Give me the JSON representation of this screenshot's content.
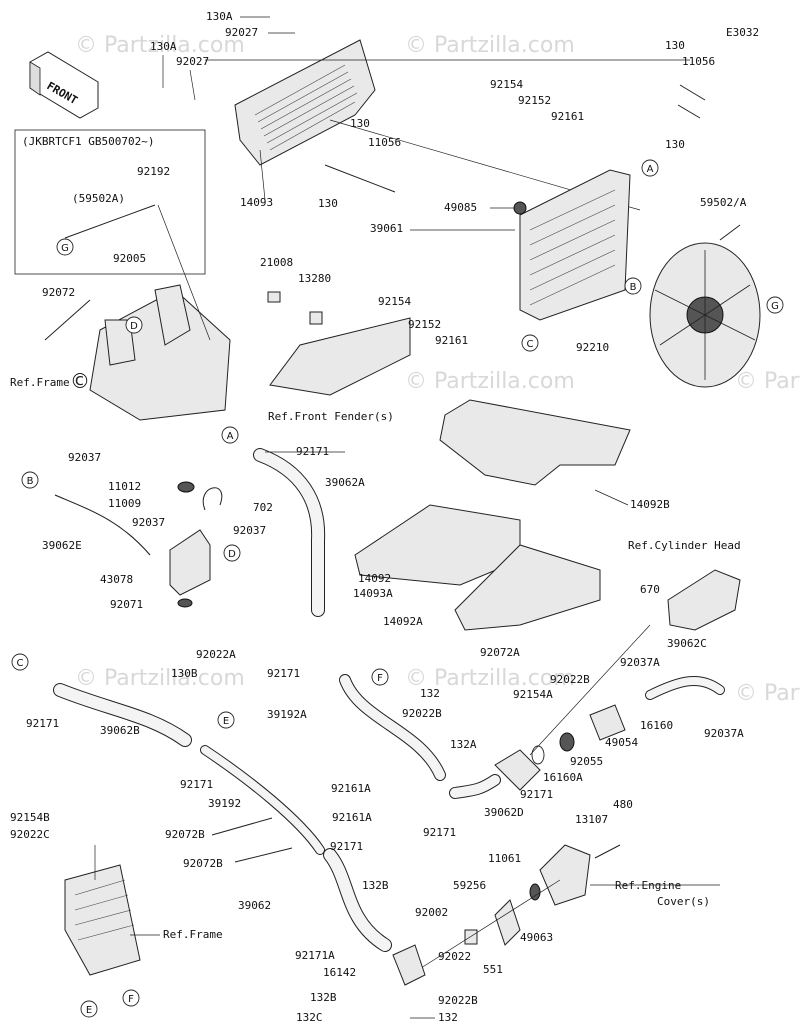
{
  "diagram_code": "E3032",
  "direction_label": "FRONT",
  "watermark_text": "© Partzilla.com",
  "inset_note": "(JKBRTCF1 GB500702~)",
  "part_numbers": {
    "p130A_top": "130A",
    "p92027_top": "92027",
    "p130A_left": "130A",
    "p92027_left": "92027",
    "p14093": "14093",
    "p130_mid": "130",
    "p11056_mid": "11056",
    "p130_mid2": "130",
    "p130_right": "130",
    "p11056_right": "11056",
    "p130_right2": "130",
    "p92154_top": "92154",
    "p92152_top": "92152",
    "p92161_top": "92161",
    "p49085": "49085",
    "p39061": "39061",
    "p59502A": "59502/A",
    "p92154_mid": "92154",
    "p92152_mid": "92152",
    "p92161_mid": "92161",
    "p92210": "92210",
    "p59502A_paren": "(59502A)",
    "p92192": "92192",
    "p92005": "92005",
    "p92072": "92072",
    "p21008": "21008",
    "p13280": "13280",
    "p92171_A": "92171",
    "p39062A": "39062A",
    "p14092B": "14092B",
    "p92037_B": "92037",
    "p11012": "11012",
    "p11009": "11009",
    "p702": "702",
    "p92037_a": "92037",
    "p92037_b": "92037",
    "p39062E": "39062E",
    "p43078": "43078",
    "p92071": "92071",
    "p92022A": "92022A",
    "p130B": "130B",
    "p14092": "14092",
    "p14093A": "14093A",
    "p14092A": "14092A",
    "p92072A": "92072A",
    "p670": "670",
    "p39062C": "39062C",
    "p92171_C": "92171",
    "p39062B": "39062B",
    "p92171_b": "92171",
    "p92171_mid": "92171",
    "p39192A": "39192A",
    "p132": "132",
    "p92022B_a": "92022B",
    "p92022B_b": "92022B",
    "p92154A": "92154A",
    "p92037A_a": "92037A",
    "p92037A_b": "92037A",
    "p16160": "16160",
    "p49054": "49054",
    "p132A": "132A",
    "p92055": "92055",
    "p16160A": "16160A",
    "p92171_c": "92171",
    "p92171_d": "92171",
    "p39062D": "39062D",
    "p92161A_a": "92161A",
    "p92161A_b": "92161A",
    "p39192": "39192",
    "p92154B": "92154B",
    "p92022C": "92022C",
    "p92072B_a": "92072B",
    "p92072B_b": "92072B",
    "p92171_e": "92171",
    "p39062": "39062",
    "p132B_a": "132B",
    "p92171A": "92171A",
    "p16142": "16142",
    "p132B_b": "132B",
    "p132C": "132C",
    "p132_bot": "132",
    "p92022B_c": "92022B",
    "p92002": "92002",
    "p92022": "92022",
    "p59256": "59256",
    "p11061": "11061",
    "p551": "551",
    "p49063": "49063",
    "p480": "480",
    "p13107": "13107"
  },
  "references": {
    "frame_top": "Ref.Frame",
    "front_fender": "Ref.Front Fender(s)",
    "cylinder_head": "Ref.Cylinder Head",
    "engine_cover_1": "Ref.Engine",
    "engine_cover_2": "Cover(s)",
    "frame_bottom": "Ref.Frame"
  },
  "callouts": {
    "A": "A",
    "B": "B",
    "C": "C",
    "D": "D",
    "E": "E",
    "F": "F",
    "G": "G"
  }
}
